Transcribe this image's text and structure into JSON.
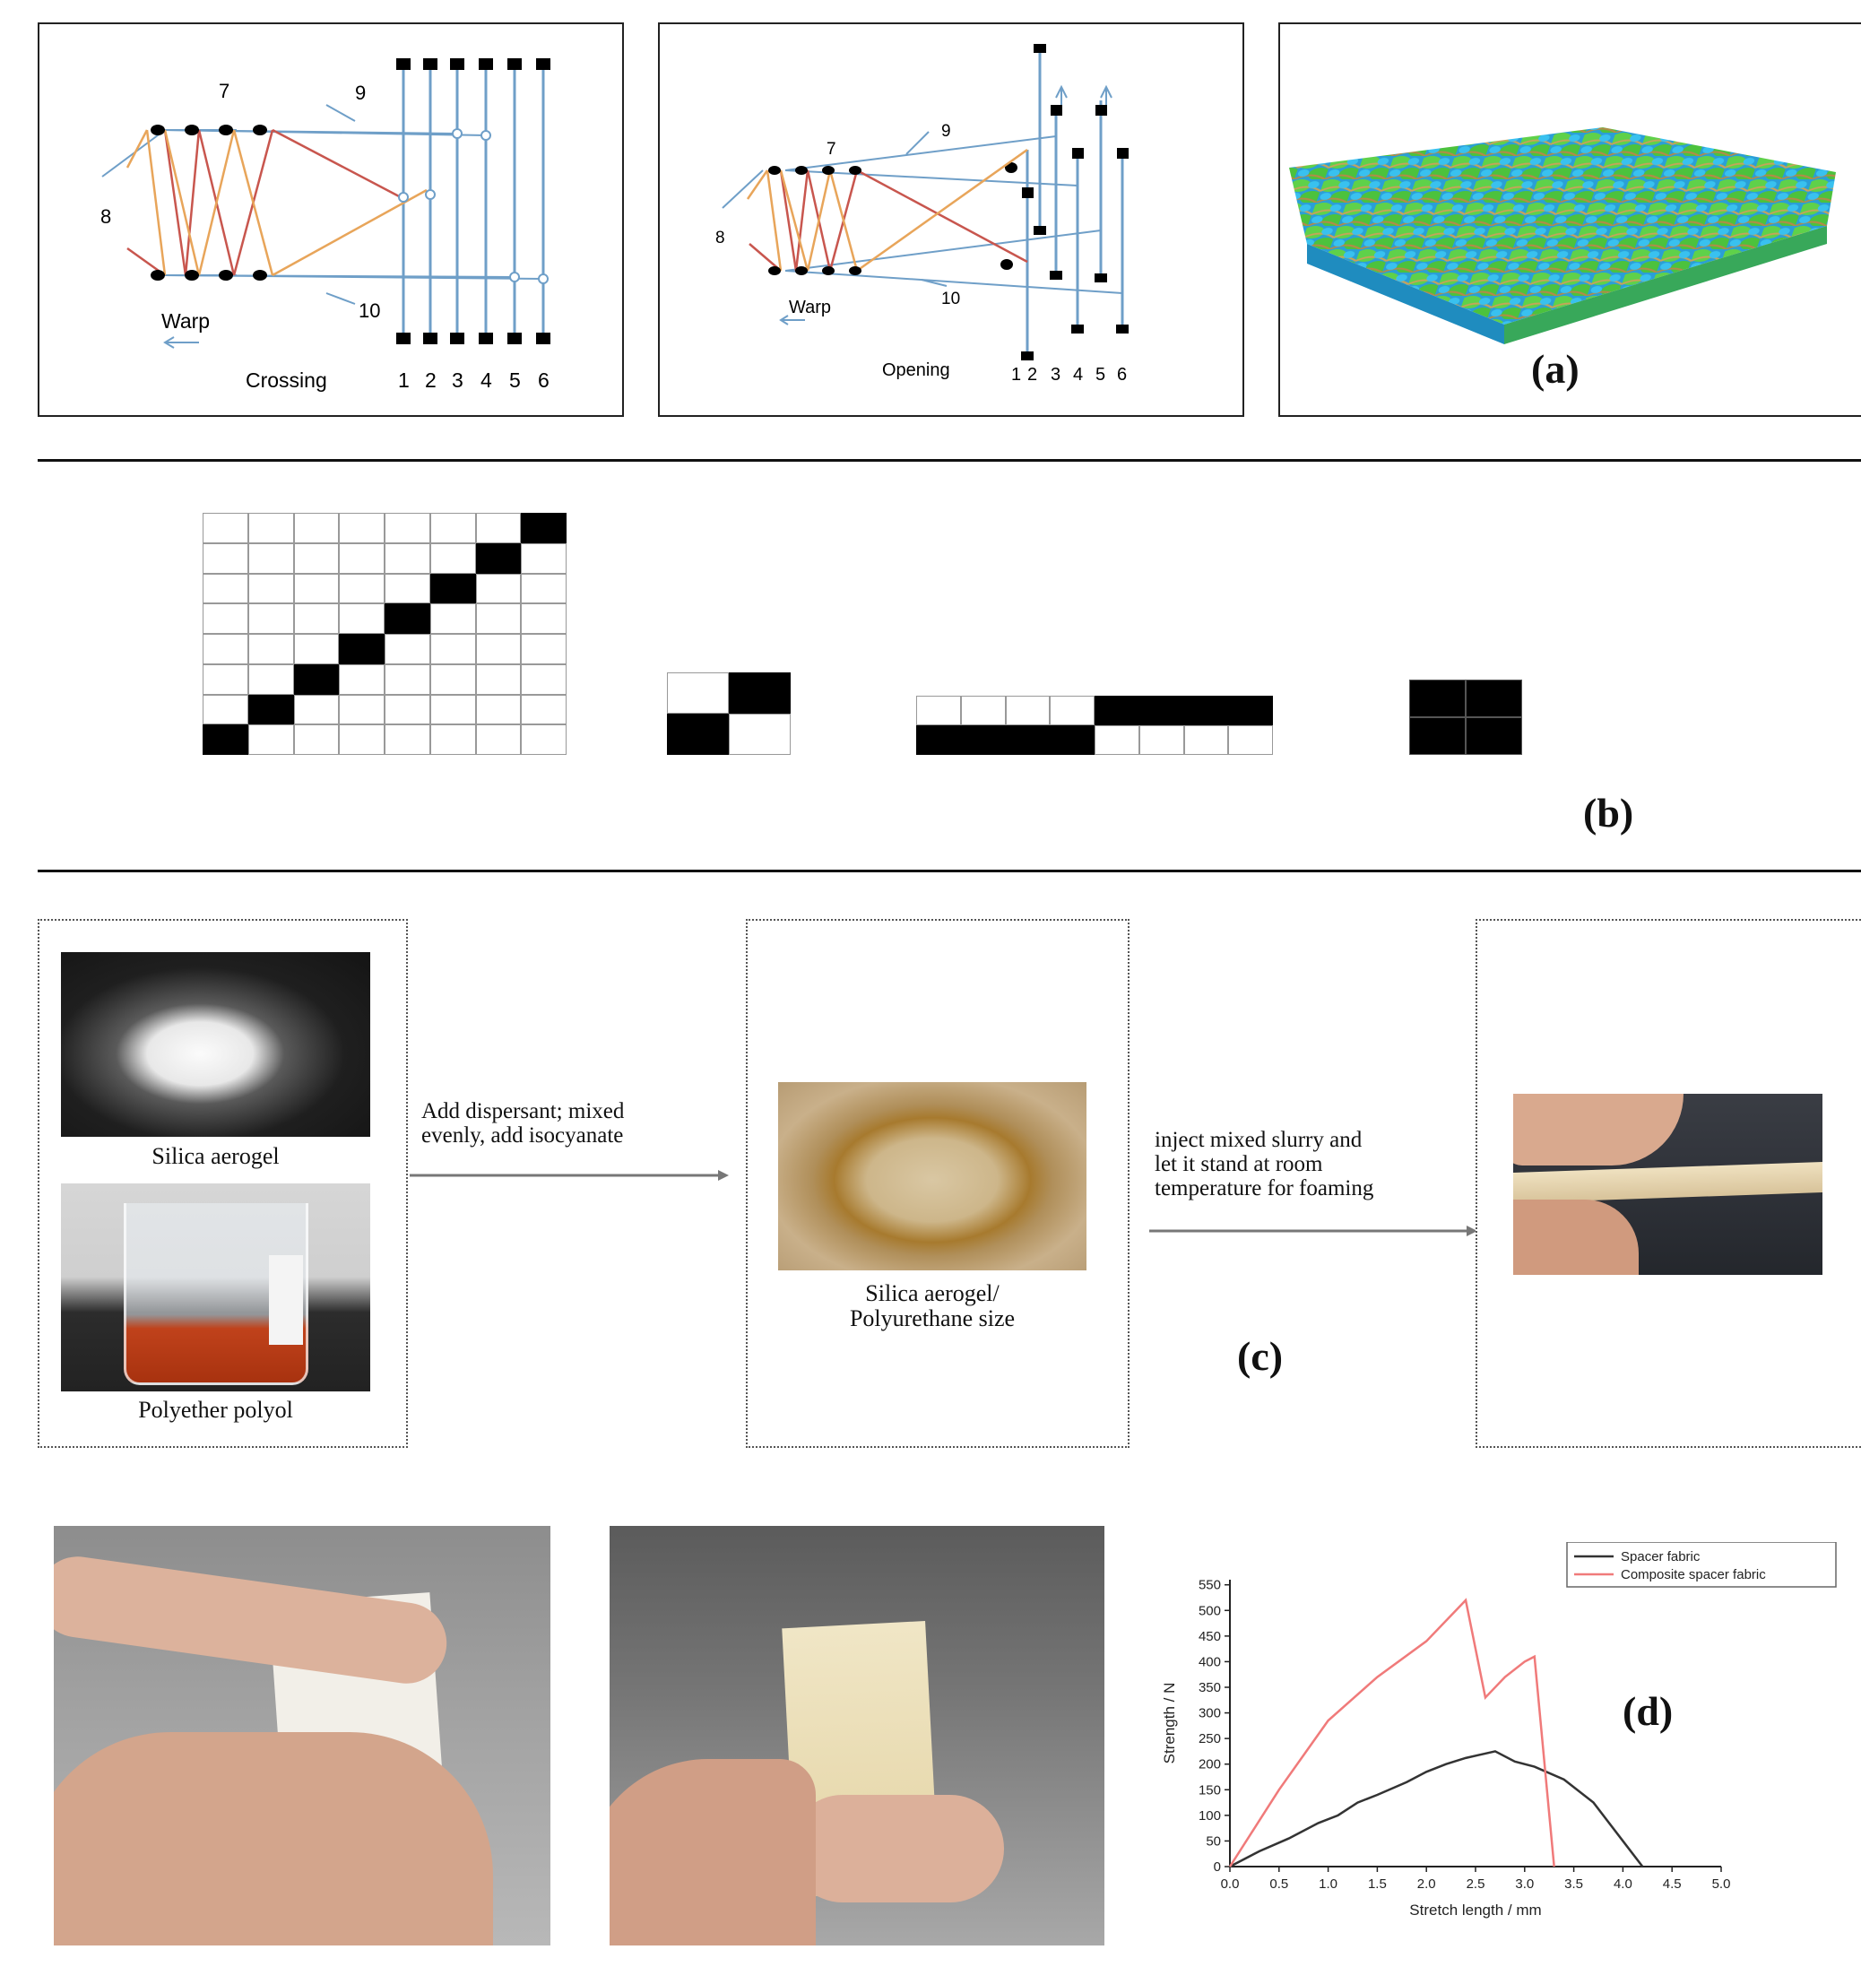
{
  "panel_a": {
    "crossing": {
      "labels": {
        "n7": "7",
        "n8": "8",
        "n9": "9",
        "n10": "10"
      },
      "warp_label": "Warp",
      "mode_label": "Crossing",
      "needle_numbers": [
        "1",
        "2",
        "3",
        "4",
        "5",
        "6"
      ]
    },
    "opening": {
      "labels": {
        "n7": "7",
        "n8": "8",
        "n9": "9",
        "n10": "10"
      },
      "warp_label": "Warp",
      "mode_label": "Opening",
      "needle_numbers": [
        "1",
        "2",
        "3",
        "4",
        "5",
        "6"
      ]
    },
    "letter": "(a)"
  },
  "panel_b": {
    "letter": "(b)"
  },
  "panel_c": {
    "silica_label": "Silica aerogel",
    "polyol_label": "Polyether polyol",
    "step1_line1": "Add dispersant; mixed",
    "step1_line2": "evenly, add isocyanate",
    "size_label_line1": "Silica aerogel/",
    "size_label_line2": "Polyurethane size",
    "step2_line1": "inject mixed slurry and",
    "step2_line2": "let it stand at room",
    "step2_line3": "temperature for foaming",
    "letter": "(c)"
  },
  "panel_d": {
    "letter": "(d)"
  },
  "colors": {
    "line_blue": "#6f9fc8",
    "line_red": "#c8564e",
    "line_orange": "#e8a55a",
    "series_black": "#333333",
    "series_red": "#f07a7a"
  },
  "chart_data": {
    "type": "line",
    "xlabel": "Stretch length / mm",
    "ylabel": "Strength / N",
    "xlim": [
      0,
      5
    ],
    "ylim": [
      0,
      560
    ],
    "xticks": [
      "0.0",
      "0.5",
      "1.0",
      "1.5",
      "2.0",
      "2.5",
      "3.0",
      "3.5",
      "4.0",
      "4.5",
      "5.0"
    ],
    "yticks": [
      "0",
      "50",
      "100",
      "150",
      "200",
      "250",
      "300",
      "350",
      "400",
      "450",
      "500",
      "550"
    ],
    "legend_position": "top-right",
    "series": [
      {
        "name": "Spacer fabric",
        "color": "#333333",
        "x": [
          0,
          0.3,
          0.6,
          0.9,
          1.1,
          1.3,
          1.5,
          1.8,
          2.0,
          2.2,
          2.4,
          2.7,
          2.9,
          3.1,
          3.4,
          3.7,
          4.0,
          4.2
        ],
        "y": [
          0,
          30,
          55,
          85,
          100,
          125,
          140,
          165,
          185,
          200,
          212,
          225,
          205,
          195,
          170,
          125,
          50,
          0
        ]
      },
      {
        "name": "Composite spacer fabric",
        "color": "#f07a7a",
        "x": [
          0,
          0.5,
          1.0,
          1.5,
          2.0,
          2.4,
          2.6,
          2.8,
          3.0,
          3.1,
          3.3
        ],
        "y": [
          0,
          150,
          285,
          370,
          440,
          520,
          330,
          370,
          400,
          410,
          0
        ]
      }
    ]
  }
}
